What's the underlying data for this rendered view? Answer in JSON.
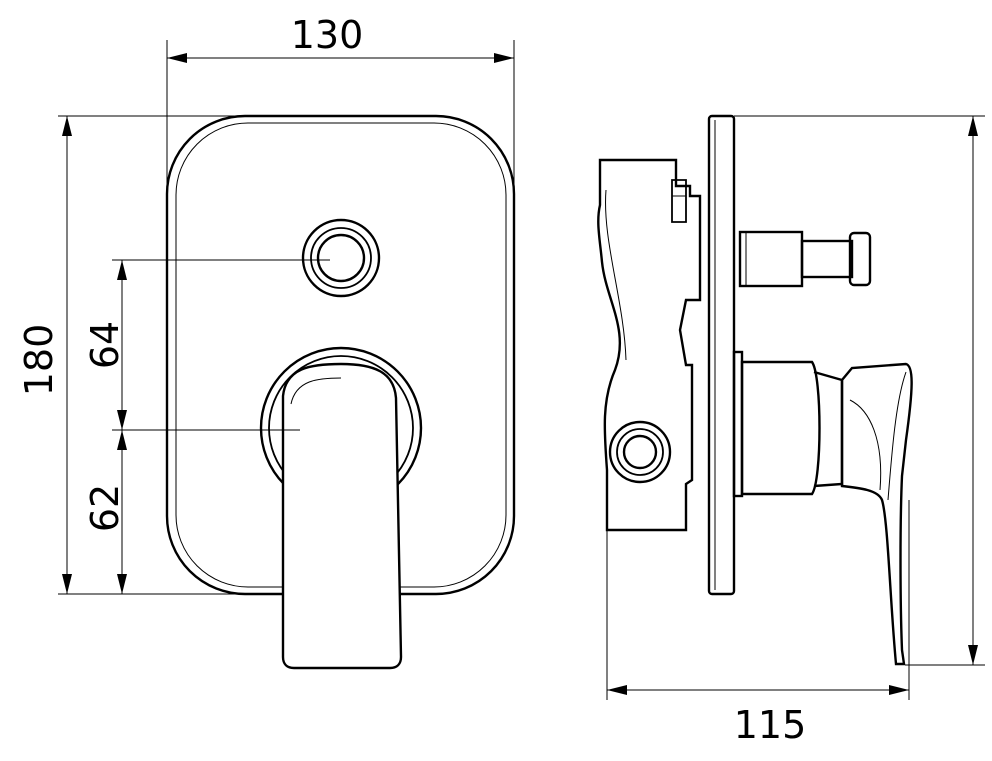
{
  "dimensions": {
    "width_front": "130",
    "height_total": "180",
    "upper_spacing": "64",
    "lower_spacing": "62",
    "depth_side": "115"
  },
  "colors": {
    "line": "#000000",
    "background": "#ffffff"
  }
}
